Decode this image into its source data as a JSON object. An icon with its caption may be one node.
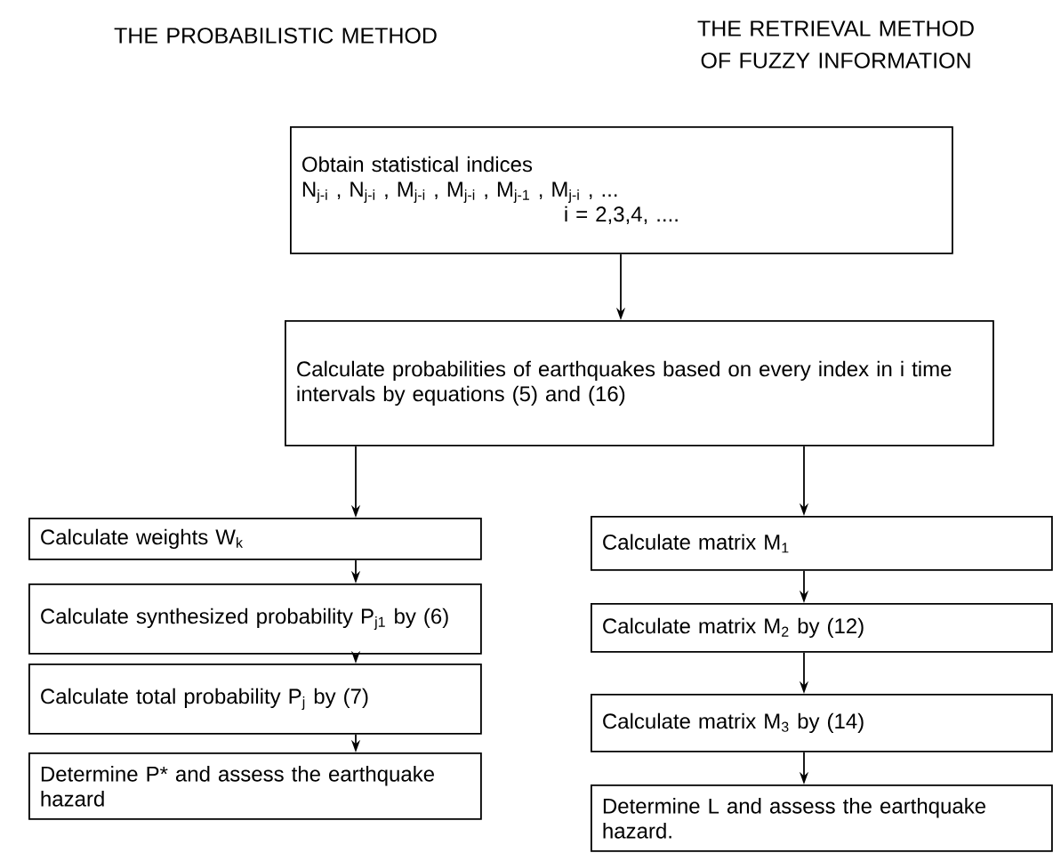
{
  "diagram": {
    "nodes": [
      {
        "text": [
          "Obtain statistical indices",
          "N$_{j-i}$ , N$_{j-i}$ , M$_{j-i}$ , M$_{j-i}$ , M$_{j-1}$ , M$_{j-i}$ , ...",
          "i = 2,3,4, ...."
        ]
      },
      {
        "text": [
          "Calculate probabilities of earthquakes based on every index in i time intervals by equations (5) and (16)"
        ]
      },
      {
        "text": [
          "Calculate weights W$_{k}$"
        ]
      },
      {
        "text": [
          "Calculate synthesized probability P$_{j1}$ by (6)"
        ]
      },
      {
        "text": [
          "Calculate total probability P$_{j}$ by (7)"
        ]
      },
      {
        "text": [
          "Determine P* and assess the earthquake hazard"
        ]
      },
      {
        "text": [
          "Calculate matrix M$_{1}$"
        ]
      },
      {
        "text": [
          "Calculate matrix M$_{2}$ by (12)"
        ]
      },
      {
        "text": [
          "Calculate matrix M$_{3}$ by (14)"
        ]
      },
      {
        "text": [
          "Determine L and assess the earthquake hazard."
        ]
      }
    ],
    "edges": [
      {
        "from": 0,
        "to": 1,
        "arrow": "to"
      },
      {
        "from": 1,
        "to": 2,
        "arrow": "to"
      },
      {
        "from": 2,
        "to": 3,
        "arrow": "to"
      },
      {
        "from": 3,
        "to": 4,
        "arrow": "to"
      },
      {
        "from": 4,
        "to": 5,
        "arrow": "to"
      },
      {
        "from": 1,
        "to": 6,
        "arrow": "to"
      },
      {
        "from": 6,
        "to": 7,
        "arrow": "to"
      },
      {
        "from": 7,
        "to": 8,
        "arrow": "to"
      },
      {
        "from": 8,
        "to": 9,
        "arrow": "to"
      }
    ],
    "labels": [
      "THE PROBABILISTIC METHOD",
      "THE RETRIEVAL METHOD OF FUZZY INFORMATION"
    ]
  }
}
